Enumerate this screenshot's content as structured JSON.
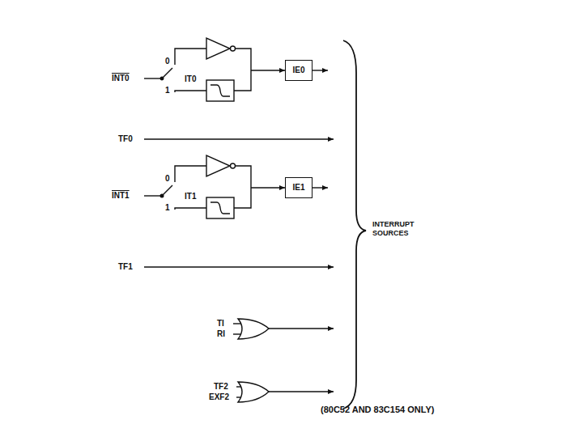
{
  "diagram": {
    "caption": "(80C52 AND 83C154 ONLY)",
    "nodes": [
      {
        "text": [
          "IE0"
        ]
      },
      {
        "text": [
          "IE1"
        ]
      }
    ],
    "labels": [
      "INT0",
      "0",
      "1",
      "IT0",
      "TF0",
      "INT1",
      "0",
      "1",
      "IT1",
      "TF1",
      "TI",
      "RI",
      "TF2",
      "EXF2",
      "INTERRUPT SOURCES"
    ]
  }
}
